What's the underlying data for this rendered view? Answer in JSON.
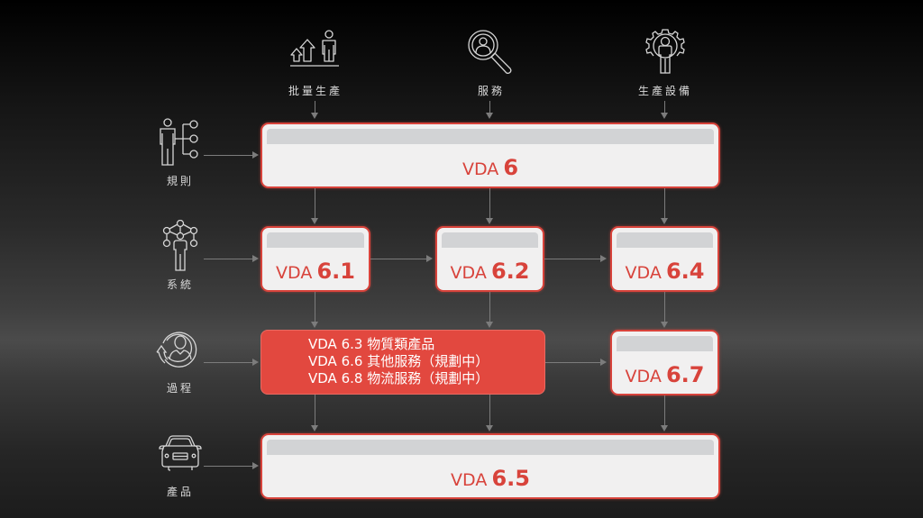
{
  "diagram": {
    "top_inputs": [
      {
        "label": "批量生產",
        "icon": "mass-production-icon"
      },
      {
        "label": "服務",
        "icon": "service-search-icon"
      },
      {
        "label": "生產設備",
        "icon": "production-equipment-icon"
      }
    ],
    "side_inputs": [
      {
        "label": "規則",
        "icon": "rules-person-icon"
      },
      {
        "label": "系統",
        "icon": "system-network-icon"
      },
      {
        "label": "過程",
        "icon": "process-cycle-icon"
      },
      {
        "label": "產品",
        "icon": "car-product-icon"
      }
    ],
    "boxes": {
      "vda6": {
        "prefix": "VDA",
        "number": "6"
      },
      "vda61": {
        "prefix": "VDA",
        "number": "6.1"
      },
      "vda62": {
        "prefix": "VDA",
        "number": "6.2"
      },
      "vda64": {
        "prefix": "VDA",
        "number": "6.4"
      },
      "vda67": {
        "prefix": "VDA",
        "number": "6.7"
      },
      "vda65": {
        "prefix": "VDA",
        "number": "6.5"
      }
    },
    "highlight_box": {
      "lines": [
        "VDA 6.3 物質類產品",
        "VDA 6.6 其他服務（規劃中）",
        "VDA 6.8 物流服務（規劃中）"
      ]
    },
    "colors": {
      "accent_red": "#d8433b",
      "highlight_fill": "#e2483f",
      "box_fill": "#f1f0f0",
      "box_header": "#d2d3d5",
      "connector": "#7c7c7c"
    }
  }
}
